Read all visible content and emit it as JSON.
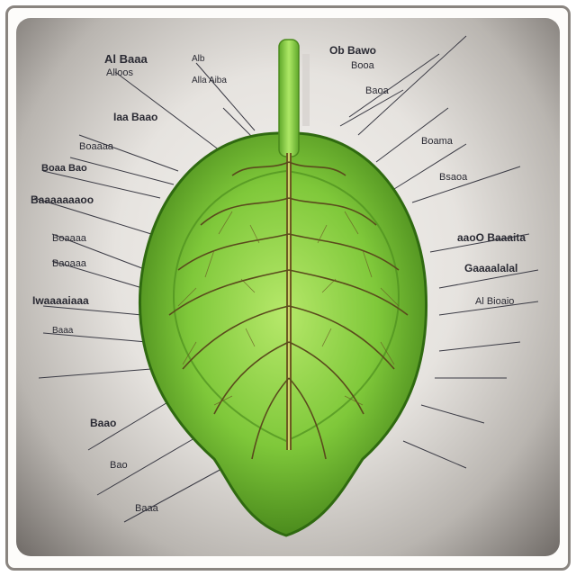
{
  "image": {
    "subject": "leaf-anatomy-illustration",
    "colors": {
      "leaf_fill": "#7fc83a",
      "leaf_dark": "#3f7d16",
      "vein": "#5a4a1c",
      "stem": "#8fd64a",
      "label_ink": "#2a2a33",
      "background": "#e8e5e1",
      "frame": "#8a8580"
    }
  },
  "labels": {
    "top_left_1": "Al Baaa",
    "top_left_2": "Alloos",
    "top_mid_1": "Alb",
    "top_mid_2": "Alla Aiba",
    "top_right_1": "Ob Bawo",
    "top_right_2": "Booa",
    "top_right_3": "Baoa",
    "right_1": "Boama",
    "right_2": "Bsaoa",
    "right_3": "aaoO Baaaita",
    "right_4": "Gaaaalalal",
    "right_5": "Al Bioaio",
    "left_1": "Iaa Baao",
    "left_2": "Boaaaa",
    "left_3": "Boaa Bao",
    "left_4": "Baaaaaaaoo",
    "left_5": "Boaaaa",
    "left_6": "Baoaaa",
    "left_7": "Iwaaaaiaaa",
    "left_8": "Baaa",
    "bottom_left_1": "Baao",
    "bottom_left_2": "Bao",
    "bottom_left_3": "Baaa"
  }
}
